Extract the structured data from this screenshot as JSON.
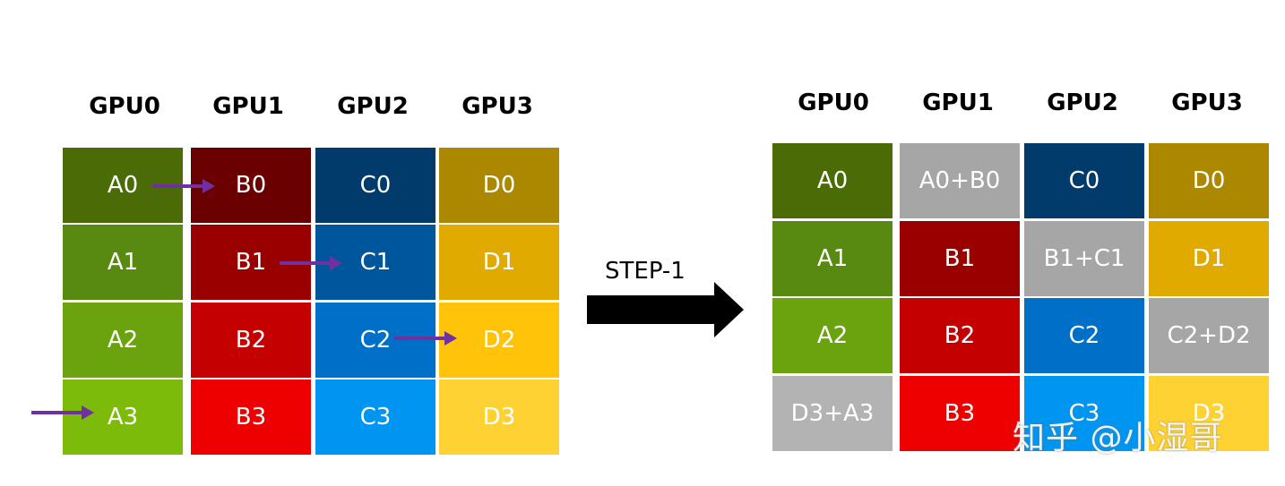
{
  "left": {
    "headers": [
      "GPU0",
      "GPU1",
      "GPU2",
      "GPU3"
    ],
    "columns": [
      [
        "A0",
        "A1",
        "A2",
        "A3"
      ],
      [
        "B0",
        "B1",
        "B2",
        "B3"
      ],
      [
        "C0",
        "C1",
        "C2",
        "C3"
      ],
      [
        "D0",
        "D1",
        "D2",
        "D3"
      ]
    ],
    "colors": [
      [
        "#4a6b06",
        "#588a11",
        "#6aa30e",
        "#7cbb0a"
      ],
      [
        "#6b0000",
        "#990000",
        "#c40000",
        "#ee0000"
      ],
      [
        "#003b6b",
        "#00569a",
        "#006fc8",
        "#0095f0"
      ],
      [
        "#ab8800",
        "#e1aa00",
        "#ffc30a",
        "#ffd233"
      ]
    ]
  },
  "step": {
    "label": "STEP-1"
  },
  "right": {
    "headers": [
      "GPU0",
      "GPU1",
      "GPU2",
      "GPU3"
    ],
    "columns": [
      [
        "A0",
        "A1",
        "A2",
        "D3+A3"
      ],
      [
        "A0+B0",
        "B1",
        "B2",
        "B3"
      ],
      [
        "C0",
        "B1+C1",
        "C2",
        "C3"
      ],
      [
        "D0",
        "D1",
        "C2+D2",
        "D3"
      ]
    ],
    "colors": [
      [
        "#4a6b06",
        "#588a11",
        "#6aa30e",
        "#b3b3b3"
      ],
      [
        "#a6a6a6",
        "#990000",
        "#c40000",
        "#ee0000"
      ],
      [
        "#003b6b",
        "#a6a6a6",
        "#006fc8",
        "#0095f0"
      ],
      [
        "#ab8800",
        "#e1aa00",
        "#a6a6a6",
        "#ffd233"
      ]
    ]
  },
  "watermark": "知乎 @小湿哥",
  "arrow_color": "#7030a0"
}
